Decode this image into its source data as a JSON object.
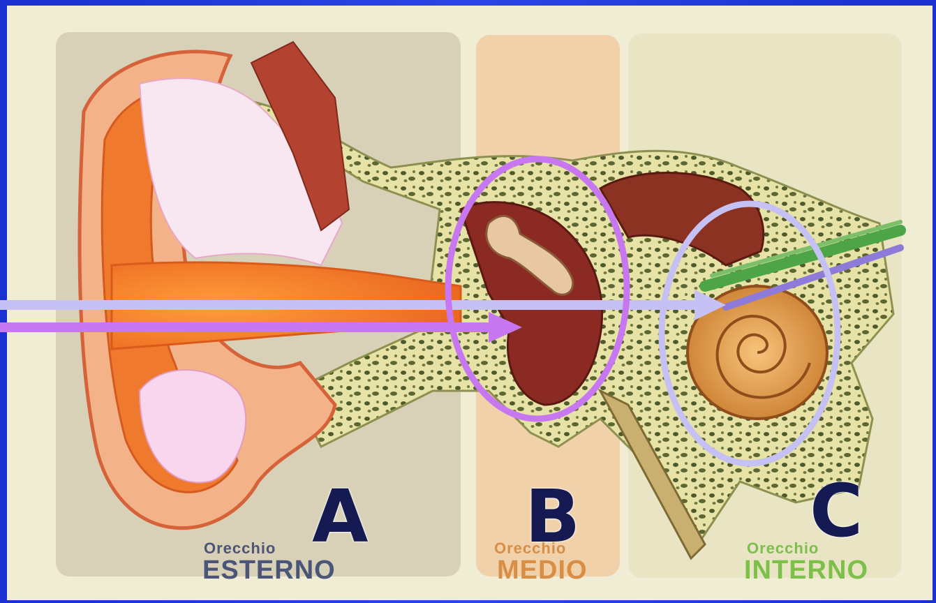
{
  "sections": [
    {
      "letter": "A",
      "line1": "Orecchio",
      "line2": "ESTERNO",
      "color": "#4a5578"
    },
    {
      "letter": "B",
      "line1": "Orecchio",
      "line2": "MEDIO",
      "color": "#d98e45"
    },
    {
      "letter": "C",
      "line1": "Orecchio",
      "line2": "INTERNO",
      "color": "#7cc04a"
    }
  ],
  "colors": {
    "frame": "#1a30d0",
    "ellipse_middle": "#c777f0",
    "ellipse_inner": "#c6c1f5",
    "arrow_upper": "#c6c1f5",
    "arrow_lower": "#c777f0",
    "letters": "#161a52"
  }
}
